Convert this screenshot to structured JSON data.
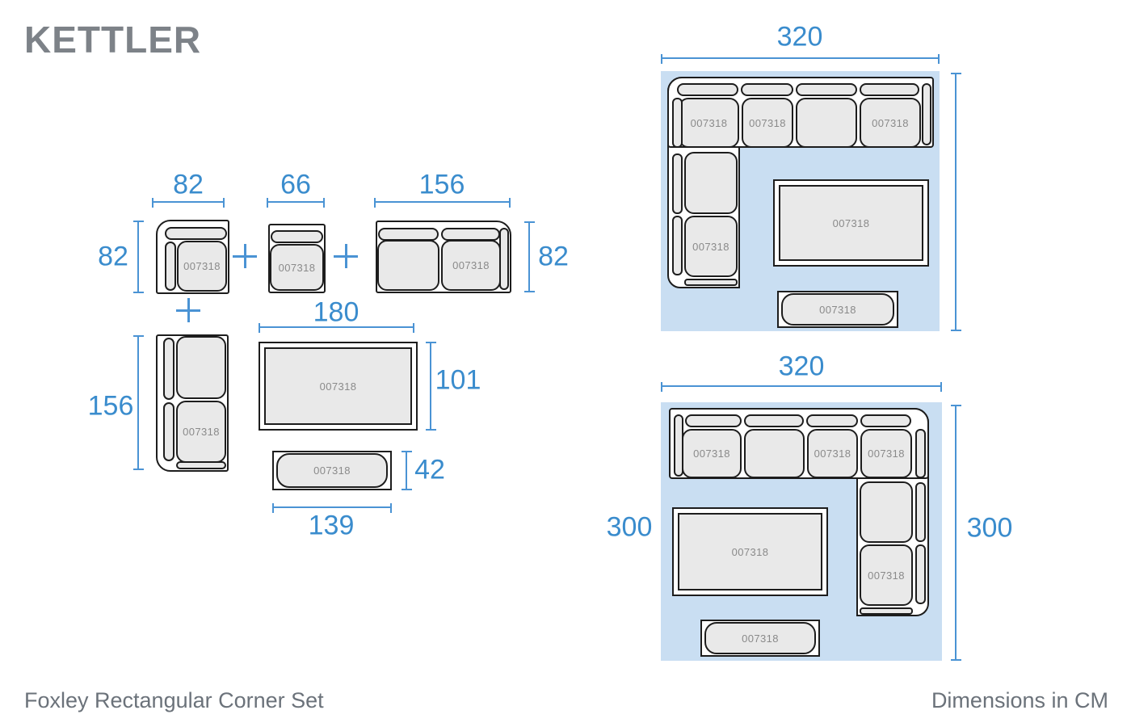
{
  "brand": "KETTLER",
  "product_code": "007318",
  "footer": {
    "product_name": "Foxley Rectangular Corner Set",
    "units_note": "Dimensions in CM"
  },
  "dimensions": {
    "corner_chair_width": "82",
    "corner_chair_depth": "82",
    "armless_chair_width": "66",
    "two_seater_width": "156",
    "two_seater_depth": "82",
    "left_sofa_length": "156",
    "table_length": "180",
    "table_width": "101",
    "bench_depth": "42",
    "bench_length": "139",
    "layout_top_width": "320",
    "layout_bottom_width": "320",
    "layout_bottom_depth_left": "300",
    "layout_bottom_depth_right": "300"
  },
  "colors": {
    "accent_blue": "#3a8ccd",
    "room_fill": "#c9def2",
    "furniture_fill": "#e9e9e9",
    "outline": "#1d1d1d"
  }
}
